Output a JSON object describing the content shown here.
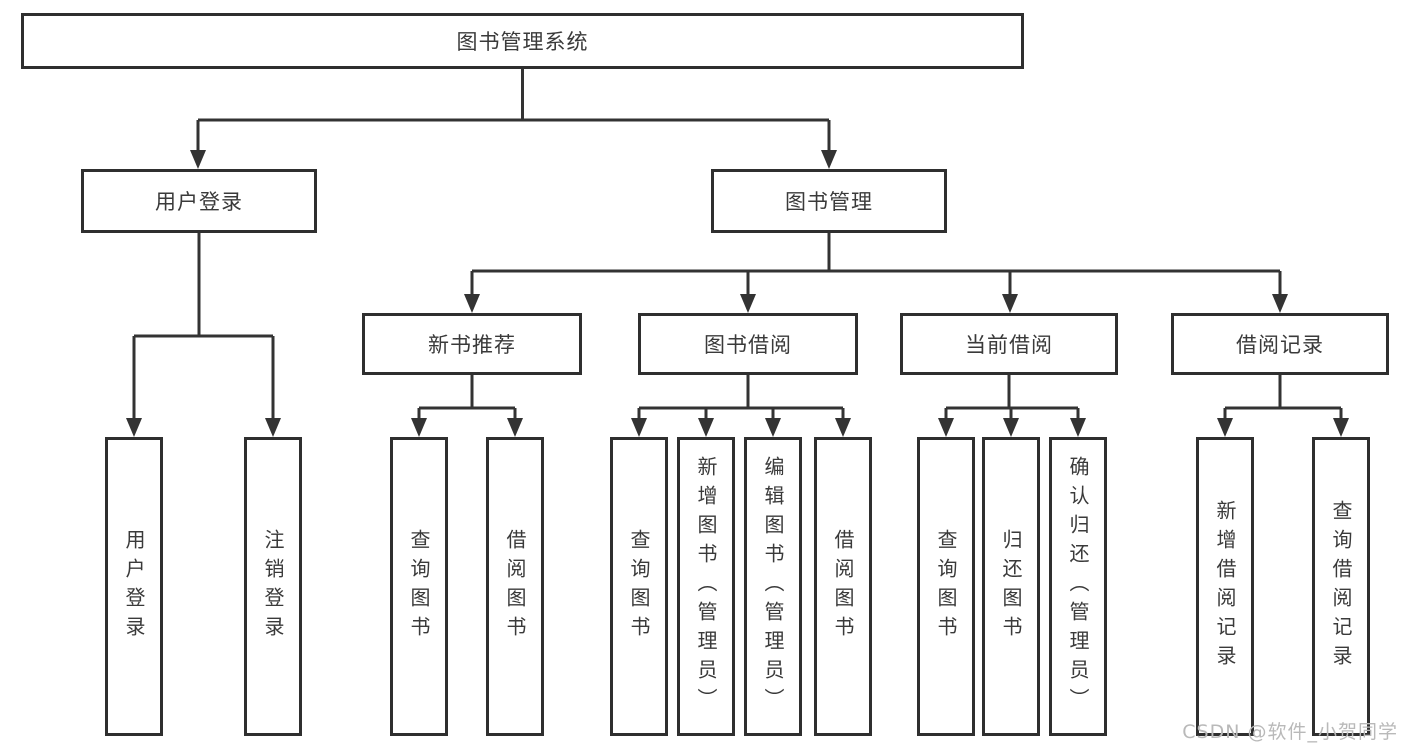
{
  "diagram_type": "hierarchy-tree",
  "colors": {
    "background": "#ffffff",
    "box_border": "#2f2f2f",
    "line": "#333333",
    "text": "#3a3a3a",
    "watermark": "#b9b9b9"
  },
  "tree": {
    "label": "图书管理系统",
    "children": [
      {
        "label": "用户登录",
        "children": [
          {
            "label": "用户登录"
          },
          {
            "label": "注销登录"
          }
        ]
      },
      {
        "label": "图书管理",
        "children": [
          {
            "label": "新书推荐",
            "children": [
              {
                "label": "查询图书"
              },
              {
                "label": "借阅图书"
              }
            ]
          },
          {
            "label": "图书借阅",
            "children": [
              {
                "label": "查询图书"
              },
              {
                "label": "新增图书（管理员）"
              },
              {
                "label": "编辑图书（管理员）"
              },
              {
                "label": "借阅图书"
              }
            ]
          },
          {
            "label": "当前借阅",
            "children": [
              {
                "label": "查询图书"
              },
              {
                "label": "归还图书"
              },
              {
                "label": "确认归还（管理员）"
              }
            ]
          },
          {
            "label": "借阅记录",
            "children": [
              {
                "label": "新增借阅记录"
              },
              {
                "label": "查询借阅记录"
              }
            ]
          }
        ]
      }
    ]
  },
  "watermark": {
    "text": "CSDN @软件_小贺同学"
  }
}
